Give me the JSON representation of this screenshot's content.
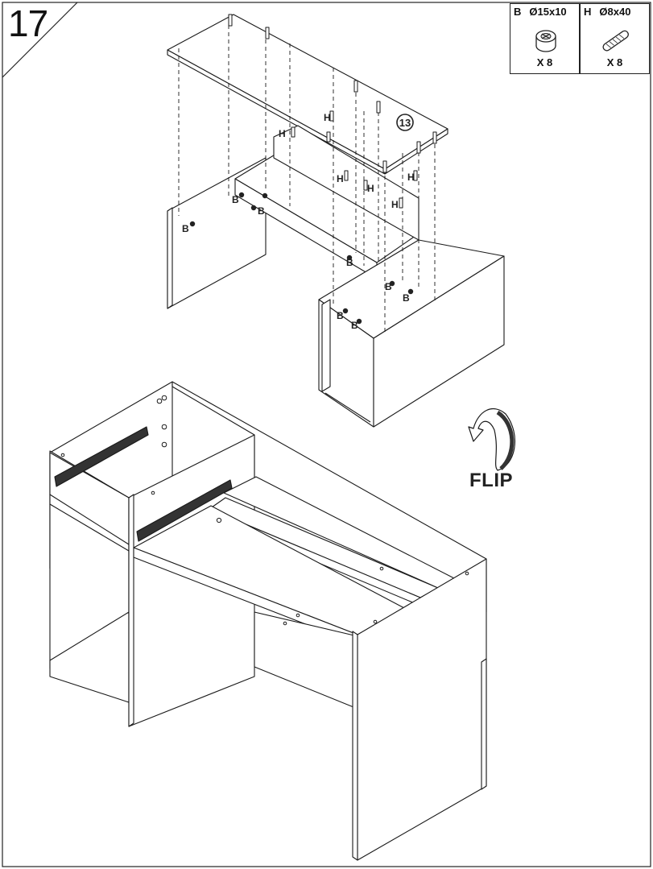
{
  "step": {
    "number": "17"
  },
  "hardware": [
    {
      "code": "B",
      "spec": "Ø15x10",
      "qty": "X 8",
      "icon": "cam-lock-icon"
    },
    {
      "code": "H",
      "spec": "Ø8x40",
      "qty": "X 8",
      "icon": "dowel-icon"
    }
  ],
  "part_label": "13",
  "callouts": {
    "cam": "B",
    "dowel": "H"
  },
  "flip_label": "FLIP",
  "colors": {
    "line": "#1a1a1a",
    "fill": "#ffffff"
  }
}
